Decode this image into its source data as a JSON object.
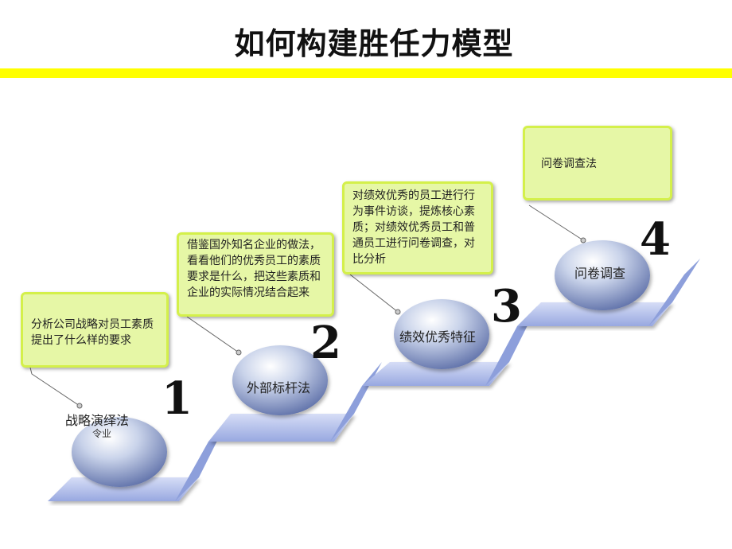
{
  "title": "如何构建胜任力模型",
  "steps": [
    {
      "number": "1",
      "label": "战略演绎法",
      "note": "分析公司战略对员工素质提出了什么样的要求"
    },
    {
      "number": "2",
      "label": "外部标杆法",
      "note": "借鉴国外知名企业的做法，看看他们的优秀员工的素质要求是什么，把这些素质和企业的实际情况结合起来"
    },
    {
      "number": "3",
      "label": "绩效优秀特征",
      "note": "对绩效优秀的员工进行行为事件访谈，提炼核心素质；对绩效优秀员工和普通员工进行问卷调查，对比分析"
    },
    {
      "number": "4",
      "label": "问卷调查",
      "note": "问卷调查法"
    }
  ],
  "fragment_text": "令业",
  "colors": {
    "accent_bar": "#ffff00",
    "callout_fill": "#e6f7a6",
    "callout_border": "#d4f04a",
    "stair_face": "#aab6e6",
    "stair_top": "#c9d2f2"
  }
}
